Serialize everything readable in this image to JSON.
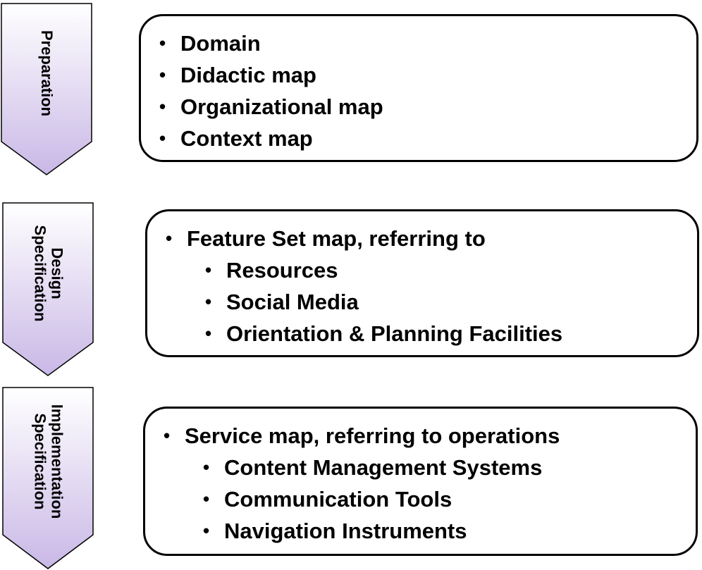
{
  "stages": [
    {
      "label_lines": [
        "Preparation"
      ],
      "items": [
        {
          "text": "Domain",
          "level": 1
        },
        {
          "text": "Didactic map",
          "level": 1
        },
        {
          "text": "Organizational map",
          "level": 1
        },
        {
          "text": "Context map",
          "level": 1
        }
      ]
    },
    {
      "label_lines": [
        "Design",
        "Specification"
      ],
      "items": [
        {
          "text": "Feature Set map, referring to",
          "level": 1
        },
        {
          "text": "Resources",
          "level": 2
        },
        {
          "text": "Social Media",
          "level": 2
        },
        {
          "text": "Orientation & Planning Facilities",
          "level": 2
        }
      ]
    },
    {
      "label_lines": [
        "Implementation",
        "Specification"
      ],
      "items": [
        {
          "text": "Service map, referring to operations",
          "level": 1
        },
        {
          "text": "Content Management Systems",
          "level": 2
        },
        {
          "text": "Communication Tools",
          "level": 2
        },
        {
          "text": "Navigation Instruments",
          "level": 2
        }
      ]
    }
  ],
  "colors": {
    "chevron_top": "#ffffff",
    "chevron_bottom": "#c9b8e6",
    "outline": "#000000"
  }
}
